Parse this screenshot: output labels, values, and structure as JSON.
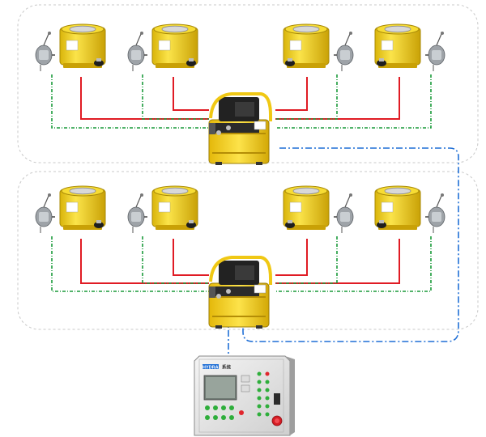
{
  "diagram": {
    "colors": {
      "hydraulic_line": "#e01b24",
      "return_line": "#1a9a3a",
      "signal_line": "#1f6fd6",
      "group_border": "#c8c8c8",
      "cylinder_body": "#f3d21a",
      "pump_body": "#f5cf13"
    },
    "groups": [
      {
        "id": "group-1",
        "cylinders": 4,
        "sensors": 4,
        "pump": 1
      },
      {
        "id": "group-2",
        "cylinders": 4,
        "sensors": 4,
        "pump": 1
      }
    ],
    "controller": {
      "brand_text": "HYDRA",
      "model_text": "系统"
    }
  }
}
